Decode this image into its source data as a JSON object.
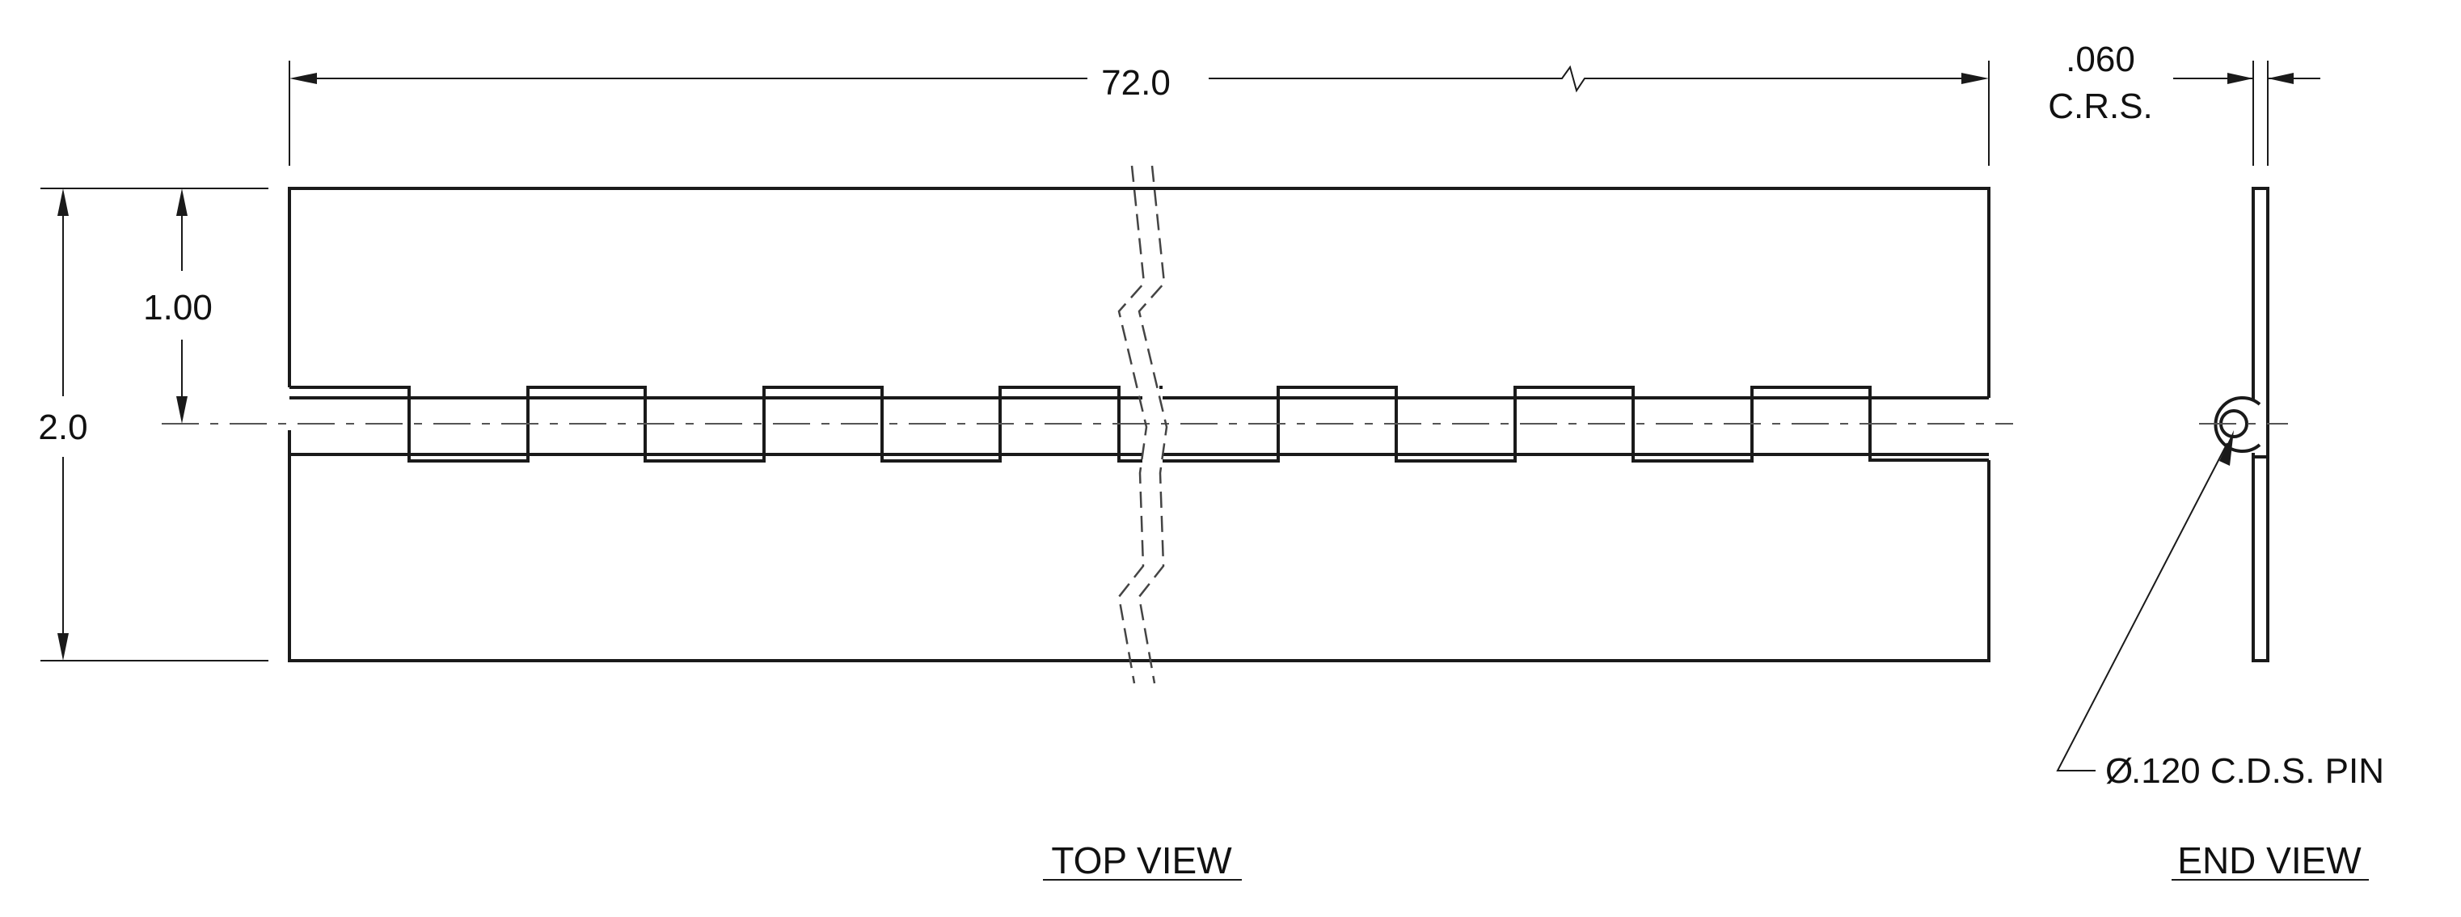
{
  "dimensions": {
    "overall_length": "72.0",
    "thickness": ".060",
    "thickness_material": "C.R.S.",
    "leaf_width": "1.00",
    "overall_width": "2.0"
  },
  "pin_note": {
    "diameter_symbol": "Ø",
    "text": ".120 C.D.S. PIN"
  },
  "views": {
    "top_view_label": "TOP VIEW",
    "end_view_label": "END VIEW"
  },
  "colors": {
    "line": "#1a1a1a",
    "background": "#ffffff"
  }
}
